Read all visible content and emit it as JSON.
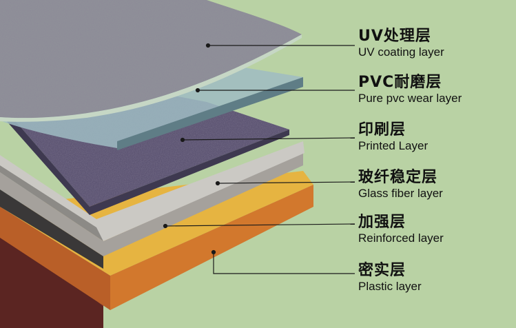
{
  "layers": [
    {
      "cn": "UV处理层",
      "en": "UV coating layer"
    },
    {
      "cn": "PVC耐磨层",
      "en": "Pure pvc wear layer"
    },
    {
      "cn": "印刷层",
      "en": "Printed Layer"
    },
    {
      "cn": "玻纤稳定层",
      "en": "Glass fiber layer"
    },
    {
      "cn": "加强层",
      "en": "Reinforced layer"
    },
    {
      "cn": "密实层",
      "en": "Plastic layer"
    }
  ],
  "colors": {
    "background": "#b9d2a4",
    "uv_coating": "#c4d7c3",
    "wear_layer": "#a3bfc4",
    "printed": "#5d5573",
    "glass_fiber": "#c9c7c3",
    "reinforced": "#a5a19c",
    "plastic_top": "#e6b441",
    "plastic_side": "#c96e2b",
    "base_dark": "#6a2a26"
  }
}
